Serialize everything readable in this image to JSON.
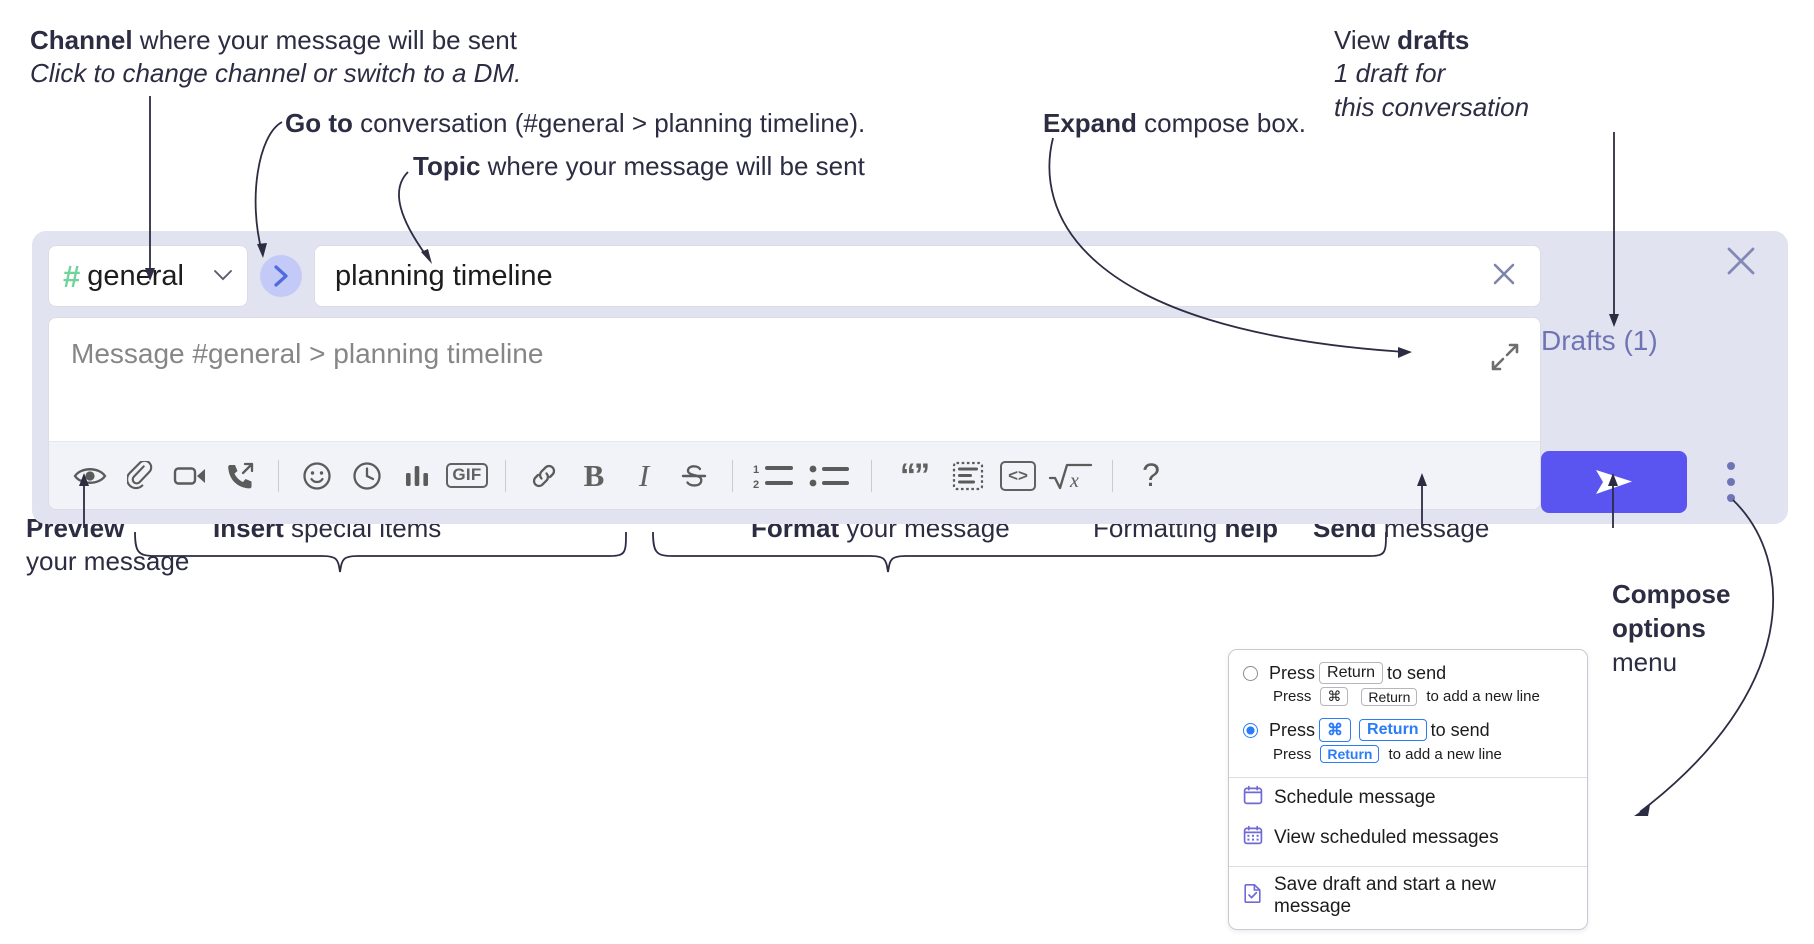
{
  "annotations": {
    "channel": {
      "bold": "Channel",
      "rest": " where your message will be sent",
      "italic": "Click to change channel or switch to a DM."
    },
    "goto": {
      "bold": "Go to",
      "rest": " conversation (#general > planning timeline)."
    },
    "topic": {
      "bold": "Topic",
      "rest": " where your message will be sent"
    },
    "expand": {
      "bold": "Expand",
      "rest": " compose box."
    },
    "drafts": {
      "plain": "View ",
      "bold": "drafts",
      "italic1": "1 draft for",
      "italic2": "this conversation"
    },
    "preview": {
      "bold": "Preview",
      "line2": "your message"
    },
    "insert": {
      "bold": "Insert",
      "rest": " special items"
    },
    "format": {
      "bold": "Format",
      "rest": " your message"
    },
    "formatting_help": {
      "plain": "Formatting ",
      "bold": "help"
    },
    "send": {
      "bold": "Send",
      "rest": " message"
    },
    "compose_options": {
      "bold1": "Compose",
      "bold2": "options",
      "rest": "menu"
    }
  },
  "compose": {
    "channel": {
      "hash": "#",
      "name": "general",
      "chevron": "∨"
    },
    "goto_icon": "›",
    "topic": {
      "value": "planning timeline",
      "clear": "✕"
    },
    "message": {
      "placeholder": "Message #general > planning timeline"
    },
    "drafts_label": "Drafts (1)",
    "panel_close": "✕",
    "toolbar": [
      {
        "name": "preview-icon",
        "label": "Preview"
      },
      {
        "name": "attachment-icon",
        "label": "Attach file"
      },
      {
        "name": "video-icon",
        "label": "Video clip"
      },
      {
        "name": "call-forward-icon",
        "label": "Call"
      },
      {
        "name": "divider-1",
        "label": ""
      },
      {
        "name": "emoji-icon",
        "label": "Emoji"
      },
      {
        "name": "clock-icon",
        "label": "Reminder"
      },
      {
        "name": "poll-icon",
        "label": "Poll"
      },
      {
        "name": "gif-icon",
        "label": "GIF"
      },
      {
        "name": "divider-2",
        "label": ""
      },
      {
        "name": "link-icon",
        "label": "Link"
      },
      {
        "name": "bold-icon",
        "label": "B"
      },
      {
        "name": "italic-icon",
        "label": "I"
      },
      {
        "name": "strikethrough-icon",
        "label": "Strikethrough"
      },
      {
        "name": "divider-3",
        "label": ""
      },
      {
        "name": "ordered-list-icon",
        "label": "Ordered list"
      },
      {
        "name": "bulleted-list-icon",
        "label": "Bulleted list"
      },
      {
        "name": "divider-4",
        "label": ""
      },
      {
        "name": "blockquote-icon",
        "label": "Blockquote"
      },
      {
        "name": "code-block-icon",
        "label": "Code block"
      },
      {
        "name": "inline-code-icon",
        "label": "Code"
      },
      {
        "name": "math-icon",
        "label": "Math"
      },
      {
        "name": "divider-5",
        "label": ""
      },
      {
        "name": "help-icon",
        "label": "?"
      }
    ]
  },
  "options_menu": {
    "radio1": {
      "selected": false,
      "pre": "Press",
      "key": "Return",
      "post": "to send",
      "sub_pre": "Press",
      "sub_key1": "⌘",
      "sub_key2": "Return",
      "sub_post": "to add a new line"
    },
    "radio2": {
      "selected": true,
      "pre": "Press",
      "key1": "⌘",
      "key2": "Return",
      "post": "to send",
      "sub_pre": "Press",
      "sub_key": "Return",
      "sub_post": "to add a new line"
    },
    "items": [
      {
        "icon": "calendar-schedule-icon",
        "label": "Schedule message"
      },
      {
        "icon": "calendar-grid-icon",
        "label": "View scheduled messages"
      },
      {
        "icon": "save-draft-icon",
        "label": "Save draft and start a new message"
      }
    ]
  },
  "colors": {
    "panel_bg": "#e2e3f0",
    "send_button": "#5a55f0",
    "hash_green": "#6fd39a",
    "goto_bg": "#c3caf7",
    "accent_blue": "#2a7cf7",
    "drafts_text": "#6f75b4"
  }
}
